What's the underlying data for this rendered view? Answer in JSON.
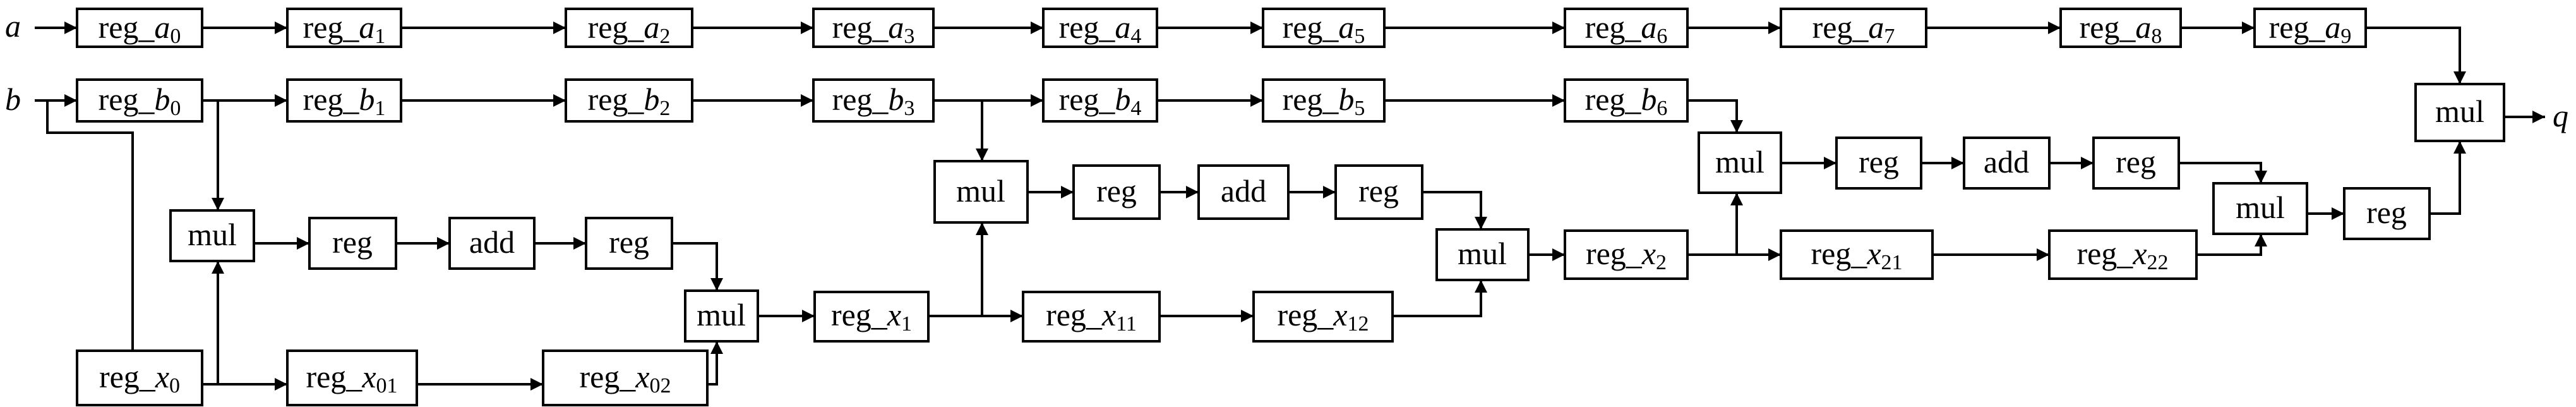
{
  "inputs": {
    "a": "a",
    "b": "b"
  },
  "output": "q",
  "regs_a": [
    {
      "prefix": "reg_",
      "var": "a",
      "sub": "0"
    },
    {
      "prefix": "reg_",
      "var": "a",
      "sub": "1"
    },
    {
      "prefix": "reg_",
      "var": "a",
      "sub": "2"
    },
    {
      "prefix": "reg_",
      "var": "a",
      "sub": "3"
    },
    {
      "prefix": "reg_",
      "var": "a",
      "sub": "4"
    },
    {
      "prefix": "reg_",
      "var": "a",
      "sub": "5"
    },
    {
      "prefix": "reg_",
      "var": "a",
      "sub": "6"
    },
    {
      "prefix": "reg_",
      "var": "a",
      "sub": "7"
    },
    {
      "prefix": "reg_",
      "var": "a",
      "sub": "8"
    },
    {
      "prefix": "reg_",
      "var": "a",
      "sub": "9"
    }
  ],
  "regs_b": [
    {
      "prefix": "reg_",
      "var": "b",
      "sub": "0"
    },
    {
      "prefix": "reg_",
      "var": "b",
      "sub": "1"
    },
    {
      "prefix": "reg_",
      "var": "b",
      "sub": "2"
    },
    {
      "prefix": "reg_",
      "var": "b",
      "sub": "3"
    },
    {
      "prefix": "reg_",
      "var": "b",
      "sub": "4"
    },
    {
      "prefix": "reg_",
      "var": "b",
      "sub": "5"
    },
    {
      "prefix": "reg_",
      "var": "b",
      "sub": "6"
    }
  ],
  "regs_x": [
    {
      "prefix": "reg_",
      "var": "x",
      "sub": "0"
    },
    {
      "prefix": "reg_",
      "var": "x",
      "sub": "01"
    },
    {
      "prefix": "reg_",
      "var": "x",
      "sub": "02"
    },
    {
      "prefix": "reg_",
      "var": "x",
      "sub": "1"
    },
    {
      "prefix": "reg_",
      "var": "x",
      "sub": "11"
    },
    {
      "prefix": "reg_",
      "var": "x",
      "sub": "12"
    },
    {
      "prefix": "reg_",
      "var": "x",
      "sub": "2"
    },
    {
      "prefix": "reg_",
      "var": "x",
      "sub": "21"
    },
    {
      "prefix": "reg_",
      "var": "x",
      "sub": "22"
    }
  ],
  "ops": {
    "mul": "mul",
    "reg": "reg",
    "add": "add"
  }
}
